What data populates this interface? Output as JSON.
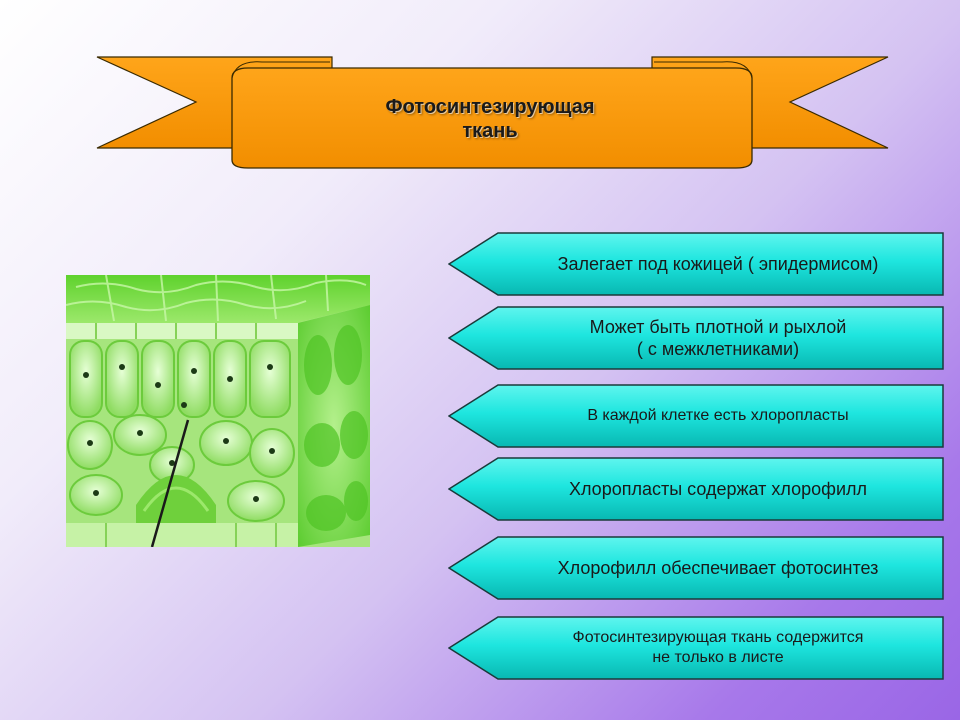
{
  "title": {
    "line1": "Фотосинтезирующая",
    "line2": "ткань"
  },
  "colors": {
    "banner": "#ff9900",
    "arrow": "#1de6e0",
    "leaf": "#7ddc4e"
  },
  "illustration": {
    "icon": "leaf-cross-section-illustration"
  },
  "facts": [
    {
      "line1": "Залегает под кожицей ( эпидермисом)",
      "line2": ""
    },
    {
      "line1": "Может быть плотной и рыхлой",
      "line2": "( с межклетниками)"
    },
    {
      "line1": "В каждой клетке есть хлоропласты",
      "line2": ""
    },
    {
      "line1": "Хлоропласты содержат хлорофилл",
      "line2": ""
    },
    {
      "line1": "Хлорофилл обеспечивает  фотосинтез",
      "line2": ""
    },
    {
      "line1": "Фотосинтезирующая ткань содержится",
      "line2": "не только в листе"
    }
  ]
}
